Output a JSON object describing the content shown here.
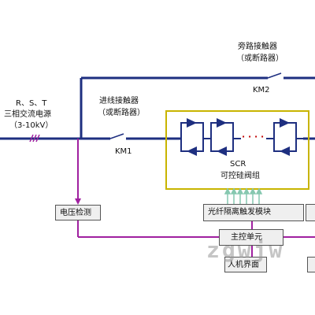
{
  "labels": {
    "bypass_line1": "旁路接触器",
    "bypass_line2": "（或断路器）",
    "km2": "KM2",
    "source_rst": "R、S、T",
    "source_name": "三相交流电源",
    "source_voltage": "（3-10kV）",
    "incoming_line1": "进线接触器",
    "incoming_line2": "（或断路器）",
    "km1": "KM1",
    "dots": "· · · ·",
    "scr": "SCR",
    "scr_group": "可控硅阀组",
    "fiber_trigger": "光纤隔离触发模块",
    "voltage_detect": "电压检测",
    "main_control": "主控单元",
    "hmi": "人机界面"
  },
  "watermark": "zgwjw",
  "colors": {
    "main_line": "#1e2f80",
    "control_line": "#a020a0",
    "scr_border": "#c8b400",
    "fiber_arrow": "#86c8b0",
    "module_bg": "#efefef"
  }
}
